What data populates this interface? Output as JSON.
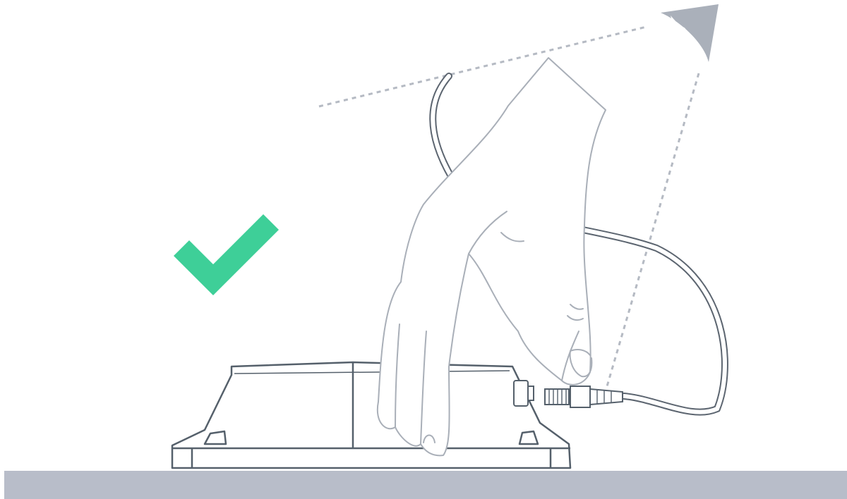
{
  "illustration": {
    "icons": [
      "check-mark-icon",
      "eye-icon"
    ],
    "objects": [
      "device-housing",
      "hand",
      "cable-connector",
      "cable",
      "ground-surface"
    ],
    "colors": {
      "check_mark": "#3ecf98",
      "device_outline": "#55606b",
      "hand_outline": "#a9afb8",
      "cable_outline": "#5c6570",
      "sight_line": "#b5bac3",
      "eye": "#aab0ba",
      "ground": "#b8bdc9",
      "background": "#ffffff"
    }
  }
}
